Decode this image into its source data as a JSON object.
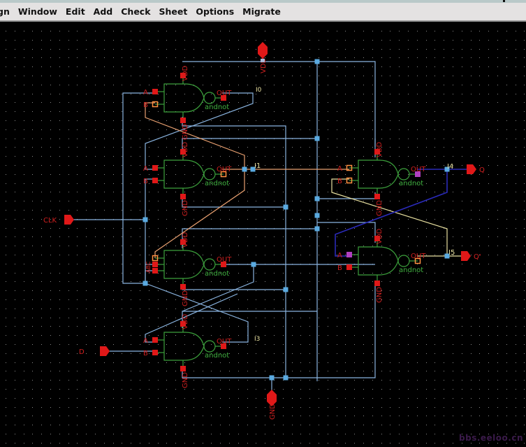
{
  "menubar": {
    "items": [
      "gn",
      "Window",
      "Edit",
      "Add",
      "Check",
      "Sheet",
      "Options",
      "Migrate"
    ]
  },
  "colors": {
    "background": "#000000",
    "grid_dot": "#8a8a8a",
    "wire": "#8ab4e0",
    "wire_orange": "#e8a070",
    "wire_yellow": "#e8e0a0",
    "wire_dark_blue": "#2a2ab8",
    "gate": "#3ca03c",
    "pin_red": "#e01818",
    "pin_orange": "#ff9040",
    "pin_magenta": "#b040c0",
    "label_red": "#d02020",
    "label_green": "#40b040",
    "label_yellow": "#e8e0a0",
    "junction": "#5aaae0"
  },
  "schematic": {
    "gates": [
      {
        "id": "I0",
        "type": "andnot",
        "inputs": [
          "A",
          "B"
        ],
        "output": "OUT",
        "power": "VDD",
        "ground": "GND",
        "instance_label": "I0"
      },
      {
        "id": "I1",
        "type": "andnot",
        "inputs": [
          "A",
          "B"
        ],
        "output": "OUT",
        "power": "VDD",
        "ground": "GND",
        "instance_label": "I1"
      },
      {
        "id": "I2",
        "type": "andnot3",
        "inputs": [
          "A",
          "B",
          "C"
        ],
        "output": "OUT",
        "power": "VDD",
        "ground": "GND",
        "instance_label": ""
      },
      {
        "id": "I3",
        "type": "andnot",
        "inputs": [
          "A",
          "B"
        ],
        "output": "OUT",
        "power": "VDD",
        "ground": "GND",
        "instance_label": "I3"
      },
      {
        "id": "I4",
        "type": "andnot",
        "inputs": [
          "A",
          "B"
        ],
        "output": "OUT",
        "power": "VDD",
        "ground": "GND",
        "instance_label": "I4"
      },
      {
        "id": "I5",
        "type": "andnot",
        "inputs": [
          "A",
          "B"
        ],
        "output": "OUT",
        "power": "VDD",
        "ground": "GND",
        "instance_label": "I5"
      }
    ],
    "ports": [
      {
        "name": "CLK",
        "direction": "input"
      },
      {
        "name": "D",
        "direction": "input"
      },
      {
        "name": "Q",
        "direction": "output"
      },
      {
        "name": "Q'",
        "direction": "output"
      },
      {
        "name": "VDD",
        "direction": "supply"
      },
      {
        "name": "GND",
        "direction": "ground"
      }
    ],
    "cell_name": "andnot"
  },
  "watermark": "bbs.eeloo.cn"
}
